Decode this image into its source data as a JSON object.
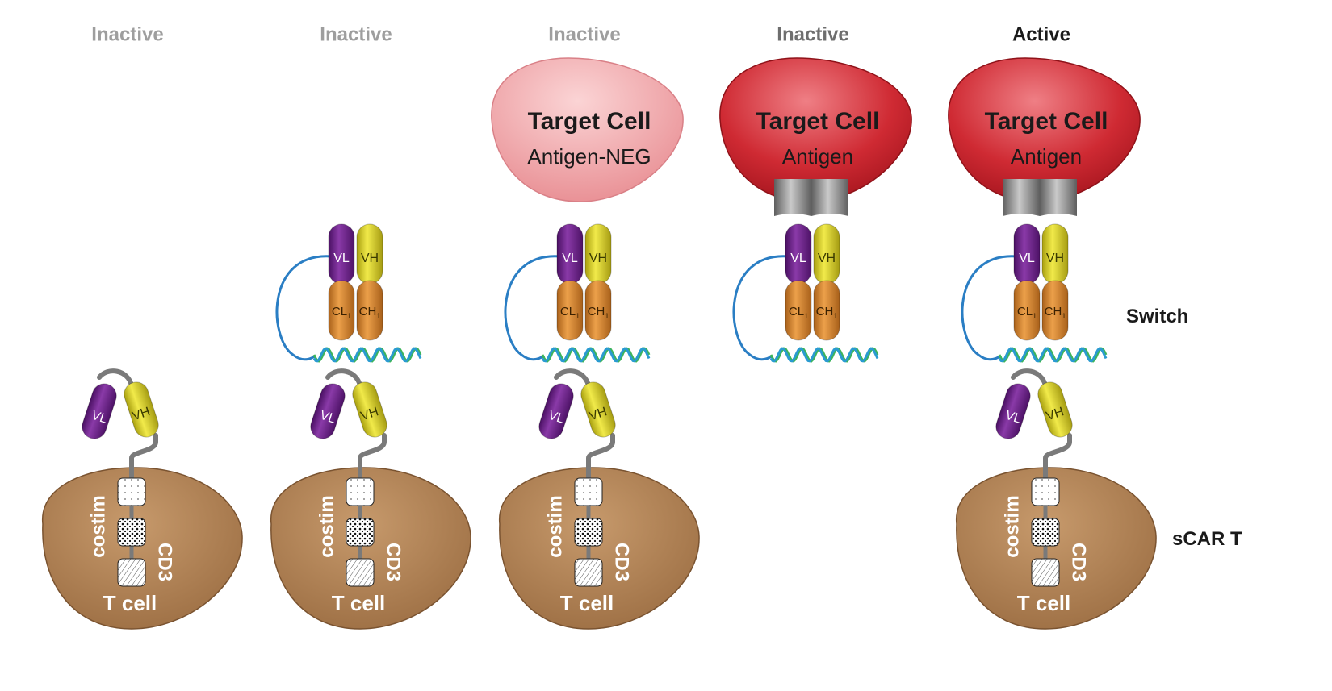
{
  "panels": [
    {
      "state": "Inactive",
      "state_color": "#9e9e9e",
      "target": null,
      "switch": false,
      "tcell": true
    },
    {
      "state": "Inactive",
      "state_color": "#9e9e9e",
      "target": null,
      "switch": true,
      "tcell": true
    },
    {
      "state": "Inactive",
      "state_color": "#9e9e9e",
      "target": {
        "title": "Target Cell",
        "subtitle": "Antigen-NEG",
        "color": "#eea0a4",
        "antigen": false
      },
      "switch": true,
      "tcell": true
    },
    {
      "state": "Inactive",
      "state_color": "#6e6e6e",
      "target": {
        "title": "Target Cell",
        "subtitle": "Antigen",
        "color": "#cc2630",
        "antigen": true
      },
      "switch": true,
      "tcell": false
    },
    {
      "state": "Active",
      "state_color": "#1a1a1a",
      "target": {
        "title": "Target Cell",
        "subtitle": "Antigen",
        "color": "#cc2630",
        "antigen": true
      },
      "switch": true,
      "tcell": true
    }
  ],
  "domain_labels": {
    "vl": "VL",
    "vh": "VH",
    "cl": "CL",
    "ch": "CH",
    "sub": "1"
  },
  "tcell_labels": {
    "costim": "costim",
    "cd3": "CD3",
    "tcell": "T cell"
  },
  "row_labels": {
    "switch": "Switch",
    "scar": "sCAR T"
  },
  "colors": {
    "vl": "#6a1f86",
    "vh": "#d4cc1c",
    "constant": "#d38526",
    "tcell": "#b8875a",
    "linker": "#2a7ec4",
    "helix_a": "#2a9bd0",
    "helix_b": "#3cb45a",
    "antigen": "#8c8c8c"
  }
}
